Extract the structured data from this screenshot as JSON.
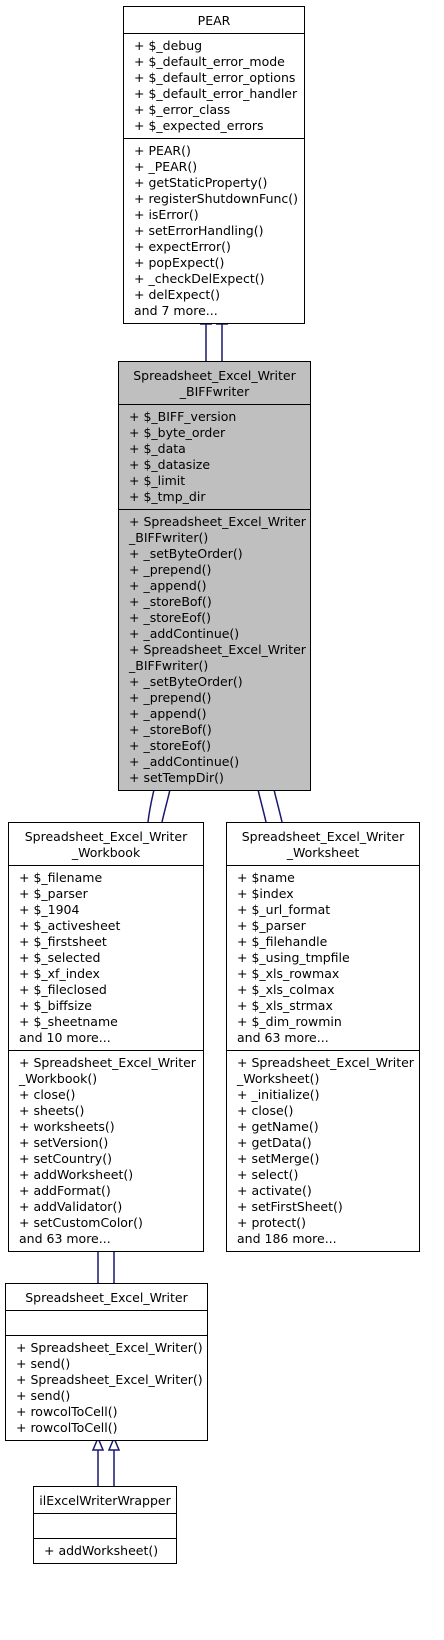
{
  "classes": {
    "pear": {
      "title": [
        "PEAR"
      ],
      "attributes": [
        "+ $_debug",
        "+ $_default_error_mode",
        "+ $_default_error_options",
        "+ $_default_error_handler",
        "+ $_error_class",
        "+ $_expected_errors"
      ],
      "methods": [
        "+ PEAR()",
        "+ _PEAR()",
        "+ getStaticProperty()",
        "+ registerShutdownFunc()",
        "+ isError()",
        "+ setErrorHandling()",
        "+ expectError()",
        "+ popExpect()",
        "+ _checkDelExpect()",
        "+ delExpect()",
        "and 7 more..."
      ]
    },
    "biffwriter": {
      "title": [
        "Spreadsheet_Excel_Writer",
        "_BIFFwriter"
      ],
      "attributes": [
        "+ $_BIFF_version",
        "+ $_byte_order",
        "+ $_data",
        "+ $_datasize",
        "+ $_limit",
        "+ $_tmp_dir"
      ],
      "methods": [
        "+ Spreadsheet_Excel_Writer",
        "_BIFFwriter()",
        "+ _setByteOrder()",
        "+ _prepend()",
        "+ _append()",
        "+ _storeBof()",
        "+ _storeEof()",
        "+ _addContinue()",
        "+ Spreadsheet_Excel_Writer",
        "_BIFFwriter()",
        "+ _setByteOrder()",
        "+ _prepend()",
        "+ _append()",
        "+ _storeBof()",
        "+ _storeEof()",
        "+ _addContinue()",
        "+ setTempDir()"
      ]
    },
    "workbook": {
      "title": [
        "Spreadsheet_Excel_Writer",
        "_Workbook"
      ],
      "attributes": [
        "+ $_filename",
        "+ $_parser",
        "+ $_1904",
        "+ $_activesheet",
        "+ $_firstsheet",
        "+ $_selected",
        "+ $_xf_index",
        "+ $_fileclosed",
        "+ $_biffsize",
        "+ $_sheetname",
        "and 10 more..."
      ],
      "methods": [
        "+ Spreadsheet_Excel_Writer",
        "_Workbook()",
        "+ close()",
        "+ sheets()",
        "+ worksheets()",
        "+ setVersion()",
        "+ setCountry()",
        "+ addWorksheet()",
        "+ addFormat()",
        "+ addValidator()",
        "+ setCustomColor()",
        "and 63 more..."
      ]
    },
    "worksheet": {
      "title": [
        "Spreadsheet_Excel_Writer",
        "_Worksheet"
      ],
      "attributes": [
        "+ $name",
        "+ $index",
        "+ $_url_format",
        "+ $_parser",
        "+ $_filehandle",
        "+ $_using_tmpfile",
        "+ $_xls_rowmax",
        "+ $_xls_colmax",
        "+ $_xls_strmax",
        "+ $_dim_rowmin",
        "and 63 more..."
      ],
      "methods": [
        "+ Spreadsheet_Excel_Writer",
        "_Worksheet()",
        "+ _initialize()",
        "+ close()",
        "+ getName()",
        "+ getData()",
        "+ setMerge()",
        "+ select()",
        "+ activate()",
        "+ setFirstSheet()",
        "+ protect()",
        "and 186 more..."
      ]
    },
    "writer": {
      "title": [
        "Spreadsheet_Excel_Writer"
      ],
      "attributes": [],
      "methods": [
        "+ Spreadsheet_Excel_Writer()",
        "+ send()",
        "+ Spreadsheet_Excel_Writer()",
        "+ send()",
        "+ rowcolToCell()",
        "+ rowcolToCell()"
      ]
    },
    "wrapper": {
      "title": [
        "ilExcelWriterWrapper"
      ],
      "attributes": [],
      "methods": [
        "+ addWorksheet()"
      ]
    }
  },
  "colors": {
    "edge": "#191970",
    "highlight": "#bfbfbf",
    "border": "#000000"
  }
}
